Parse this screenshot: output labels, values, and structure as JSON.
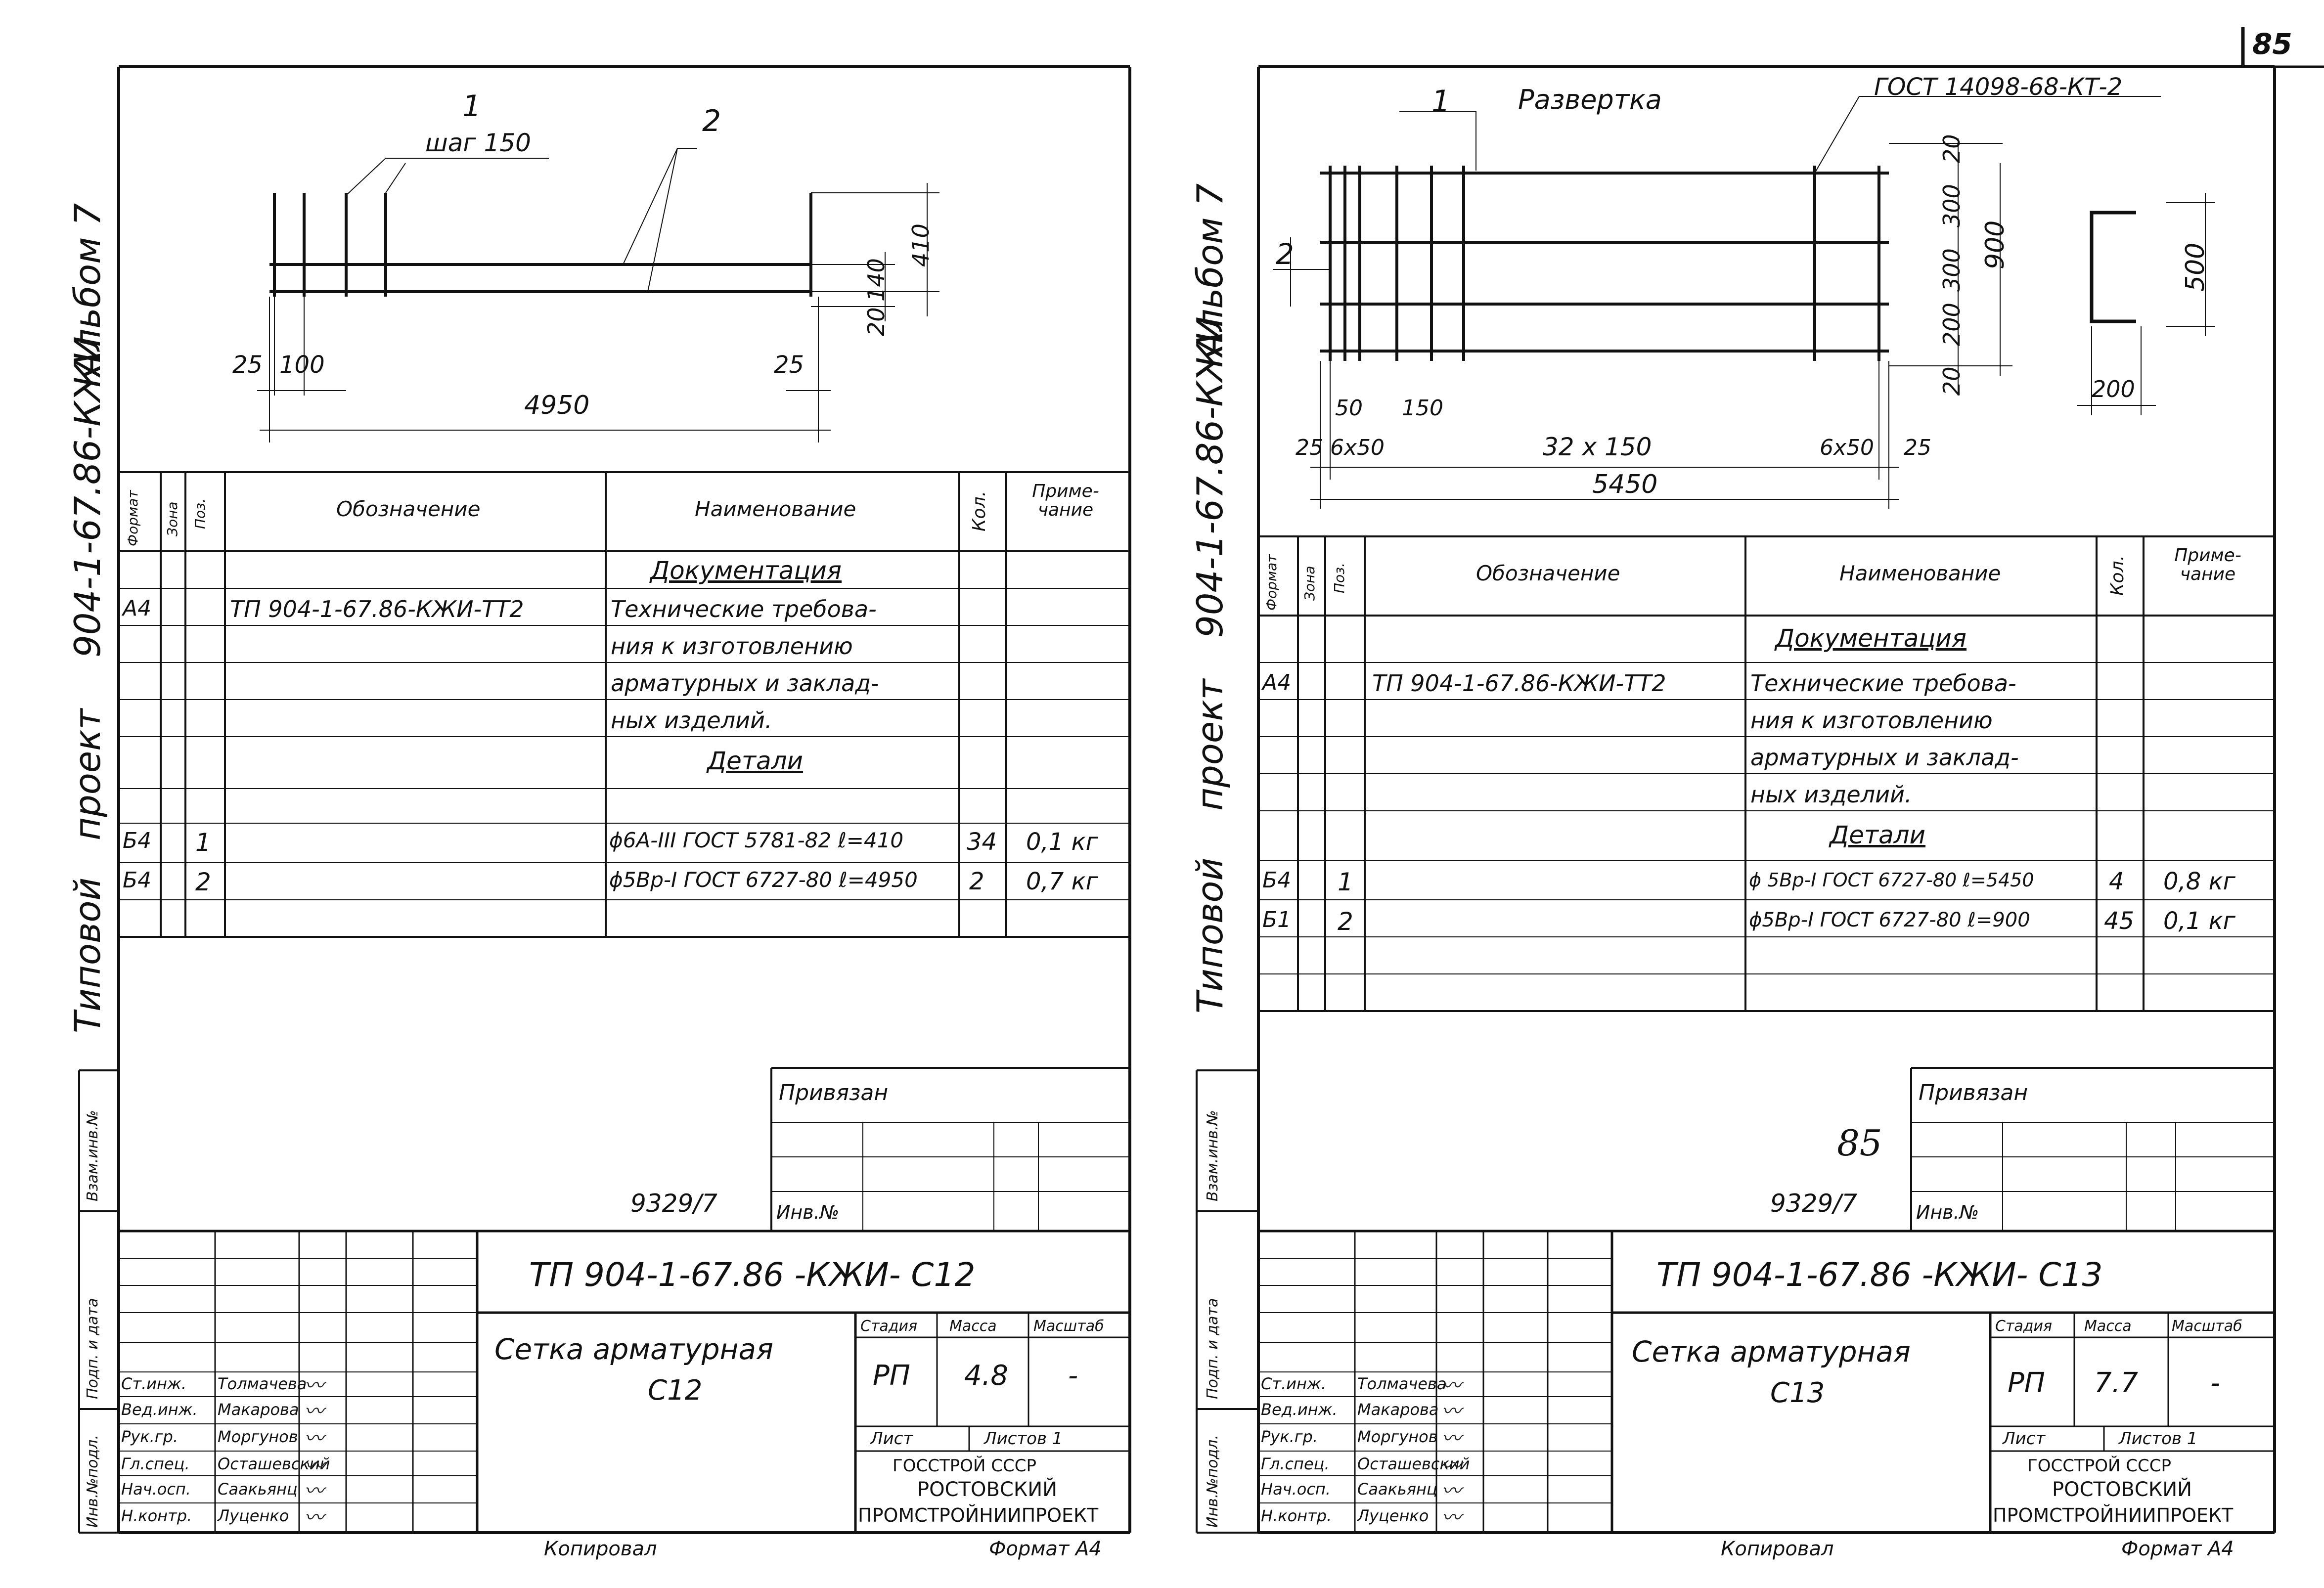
{
  "page_number": "85",
  "stamp_number": "85",
  "left": {
    "side_title": {
      "part1": "Типовой",
      "part2": "проект",
      "part3": "904-1-67.86-КЖИ",
      "part4": "Альбом 7"
    },
    "side_stamp": {
      "inv_podl": "Инв.№подл.",
      "podp_data": "Подп. и дата",
      "vzam_inv": "Взам.инв.№"
    },
    "drawing": {
      "label1": "1",
      "label2": "2",
      "step": "шаг 150",
      "dim_25a": "25",
      "dim_100": "100",
      "dim_25b": "25",
      "dim_4950": "4950",
      "dim_410": "410",
      "dim_140": "140",
      "dim_20": "20"
    },
    "table": {
      "headers": {
        "format": "Формат",
        "zone": "Зона",
        "pos": "Поз.",
        "designation": "Обозначение",
        "name": "Наименование",
        "qty": "Кол.",
        "note": "Приме- чание"
      },
      "section_docs": "Документация",
      "doc_row": {
        "format": "А4",
        "designation": "ТП 904-1-67.86-КЖИ-ТТ2",
        "name_lines": [
          "Технические требова-",
          "ния к изготовлению",
          "арматурных и заклад-",
          "ных изделий."
        ]
      },
      "section_details": "Детали",
      "rows": [
        {
          "format": "Б4",
          "pos": "1",
          "name": "ϕ6А-III ГОСТ 5781-82 ℓ=410",
          "qty": "34",
          "note": "0,1 кг"
        },
        {
          "format": "Б4",
          "pos": "2",
          "name": "ϕ5Вр-I ГОСТ 6727-80 ℓ=4950",
          "qty": "2",
          "note": "0,7 кг"
        }
      ]
    },
    "privyazan": "Привязан",
    "inv_no": "Инв.№",
    "order_no": "9329/7",
    "title_block": {
      "code": "ТП 904-1-67.86 -КЖИ- С12",
      "name_line1": "Сетка арматурная",
      "name_line2": "С12",
      "stage_h": "Стадия",
      "mass_h": "Масса",
      "scale_h": "Масштаб",
      "stage": "РП",
      "mass": "4.8",
      "scale": "-",
      "sheet": "Лист",
      "sheets": "Листов 1",
      "org1": "ГОССТРОЙ СССР",
      "org2": "РОСТОВСКИЙ",
      "org3": "ПРОМСТРОЙНИИПРОЕКТ",
      "people": [
        {
          "role": "Ст.инж.",
          "name": "Толмачева"
        },
        {
          "role": "Вед.инж.",
          "name": "Макарова"
        },
        {
          "role": "Рук.гр.",
          "name": "Моргунов"
        },
        {
          "role": "Гл.спец.",
          "name": "Осташевский"
        },
        {
          "role": "Нач.осп.",
          "name": "Саакьянц"
        },
        {
          "role": "Н.контр.",
          "name": "Луценко"
        }
      ]
    },
    "copied": "Копировал",
    "format": "Формат А4"
  },
  "right": {
    "side_title": {
      "part1": "Типовой",
      "part2": "проект",
      "part3": "904-1-67.86-КЖИ",
      "part4": "Альбом 7"
    },
    "side_stamp": {
      "inv_podl": "Инв.№подл.",
      "podp_data": "Подп. и дата",
      "vzam_inv": "Взам.инв.№"
    },
    "drawing": {
      "label1": "1",
      "label2": "2",
      "razvertka": "Развертка",
      "gost": "ГОСТ 14098-68-КТ-2",
      "dim_25": "25",
      "dim_50": "50",
      "dim_150": "150",
      "dim_6x50a": "6x50",
      "dim_32x150": "32 x 150",
      "dim_6x50b": "6x50",
      "dim_25b": "25",
      "dim_5450": "5450",
      "dim_20a": "20",
      "dim_300a": "300",
      "dim_300b": "300",
      "dim_200": "200",
      "dim_20b": "20",
      "dim_900": "900",
      "dim_500": "500",
      "dim_200b": "200"
    },
    "table": {
      "headers": {
        "format": "Формат",
        "zone": "Зона",
        "pos": "Поз.",
        "designation": "Обозначение",
        "name": "Наименование",
        "qty": "Кол.",
        "note": "Приме- чание"
      },
      "section_docs": "Документация",
      "doc_row": {
        "format": "А4",
        "designation": "ТП 904-1-67.86-КЖИ-ТТ2",
        "name_lines": [
          "Технические требова-",
          "ния к изготовлению",
          "арматурных и заклад-",
          "ных изделий."
        ]
      },
      "section_details": "Детали",
      "rows": [
        {
          "format": "Б4",
          "pos": "1",
          "name": "ϕ 5Вр-I ГОСТ 6727-80 ℓ=5450",
          "qty": "4",
          "note": "0,8 кг"
        },
        {
          "format": "Б1",
          "pos": "2",
          "name": "ϕ5Вр-I ГОСТ 6727-80 ℓ=900",
          "qty": "45",
          "note": "0,1 кг"
        }
      ]
    },
    "privyazan": "Привязан",
    "inv_no": "Инв.№",
    "order_no": "9329/7",
    "title_block": {
      "code": "ТП 904-1-67.86 -КЖИ- С13",
      "name_line1": "Сетка арматурная",
      "name_line2": "С13",
      "stage_h": "Стадия",
      "mass_h": "Масса",
      "scale_h": "Масштаб",
      "stage": "РП",
      "mass": "7.7",
      "scale": "-",
      "sheet": "Лист",
      "sheets": "Листов 1",
      "org1": "ГОССТРОЙ СССР",
      "org2": "РОСТОВСКИЙ",
      "org3": "ПРОМСТРОЙНИИПРОЕКТ",
      "people": [
        {
          "role": "Ст.инж.",
          "name": "Толмачева"
        },
        {
          "role": "Вед.инж.",
          "name": "Макарова"
        },
        {
          "role": "Рук.гр.",
          "name": "Моргунов"
        },
        {
          "role": "Гл.спец.",
          "name": "Осташевский"
        },
        {
          "role": "Нач.осп.",
          "name": "Саакьянц"
        },
        {
          "role": "Н.контр.",
          "name": "Луценко"
        }
      ]
    },
    "copied": "Копировал",
    "format": "Формат А4"
  }
}
